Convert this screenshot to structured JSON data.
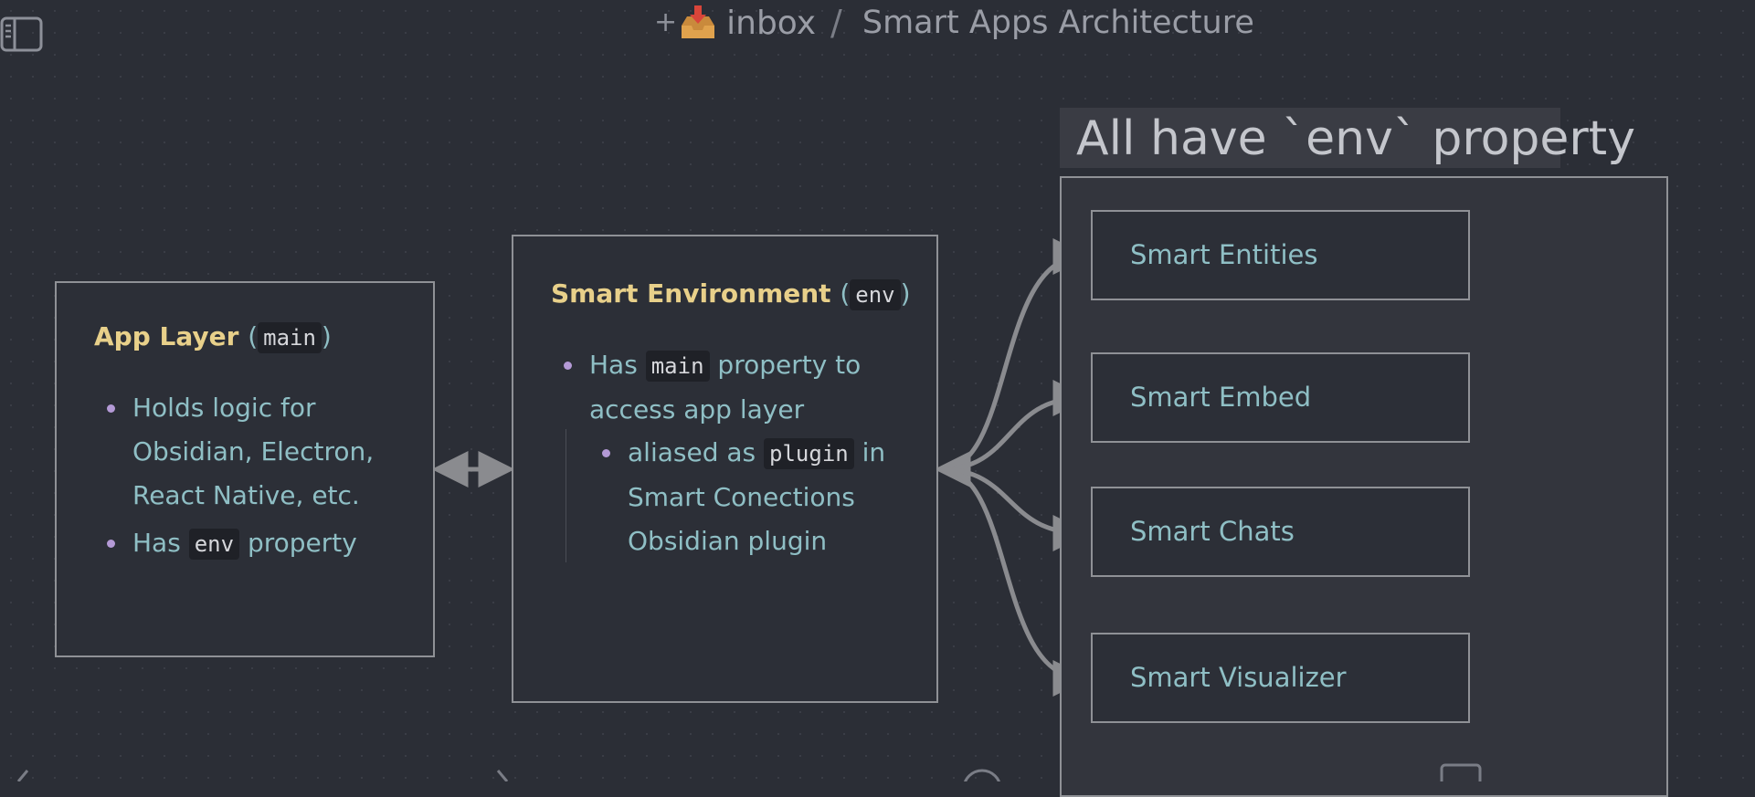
{
  "header": {
    "prefix": "+",
    "folder": "inbox",
    "separator": "/",
    "title": "Smart Apps Architecture"
  },
  "nodes": {
    "app_layer": {
      "title": "App Layer",
      "code": "main",
      "bullets": [
        {
          "line1": "Holds logic for",
          "line2": "Obsidian, Electron,",
          "line3": "React Native, etc."
        },
        {
          "pre": "Has",
          "code": "env",
          "post": "property"
        }
      ]
    },
    "smart_env": {
      "title": "Smart Environment",
      "code": "env",
      "bullet": {
        "pre": "Has",
        "code": "main",
        "post": "property to",
        "line2": "access app layer"
      },
      "sub_bullet": {
        "pre": "aliased as",
        "code": "plugin",
        "post": "in",
        "line2": "Smart Conections",
        "line3": "Obsidian plugin"
      }
    }
  },
  "group": {
    "label": "All have `env` property",
    "children": [
      "Smart Entities",
      "Smart Embed",
      "Smart Chats",
      "Smart Visualizer"
    ]
  },
  "colors": {
    "background": "#2b2e36",
    "node_title": "#e8d08a",
    "body_text": "#8fbfc5",
    "bullet": "#b49ad6",
    "border": "#8f9196",
    "arrow": "#8a8b8f"
  },
  "icons": [
    "sidebar-toggle-icon",
    "inbox-tray-icon"
  ]
}
